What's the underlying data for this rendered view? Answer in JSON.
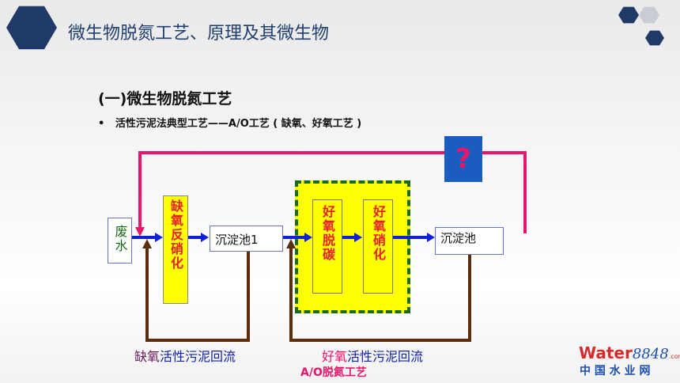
{
  "header": {
    "title": "微生物脱氮工艺、原理及其微生物"
  },
  "section": {
    "heading": "(一)微生物脱氮工艺",
    "bullet": "活性污泥法典型工艺——A/O工艺 ( 缺氧、好氧工艺 )"
  },
  "diagram": {
    "wastewater": "废水",
    "anoxic": "缺氧反硝化",
    "settler1": "沉淀池1",
    "aerobic_carbon": "好氧脱碳",
    "aerobic_nitrification": "好氧硝化",
    "settler2": "沉淀池",
    "question": "?",
    "return1_prefix": "缺氧",
    "return1_suffix": "活性污泥回流",
    "return2_prefix": "好氧",
    "return2_suffix": "活性污泥回流",
    "caption": "A/O脱氮工艺"
  },
  "logo": {
    "brand": "Water",
    "number": "8848",
    ".com": ".com",
    "cn": "中 国 水 业 网"
  },
  "colors": {
    "pink": "#e8156a",
    "blue": "#1020d8",
    "brown": "#5a2d0c",
    "yellow": "#ffff00",
    "green": "#1a6a1a"
  }
}
